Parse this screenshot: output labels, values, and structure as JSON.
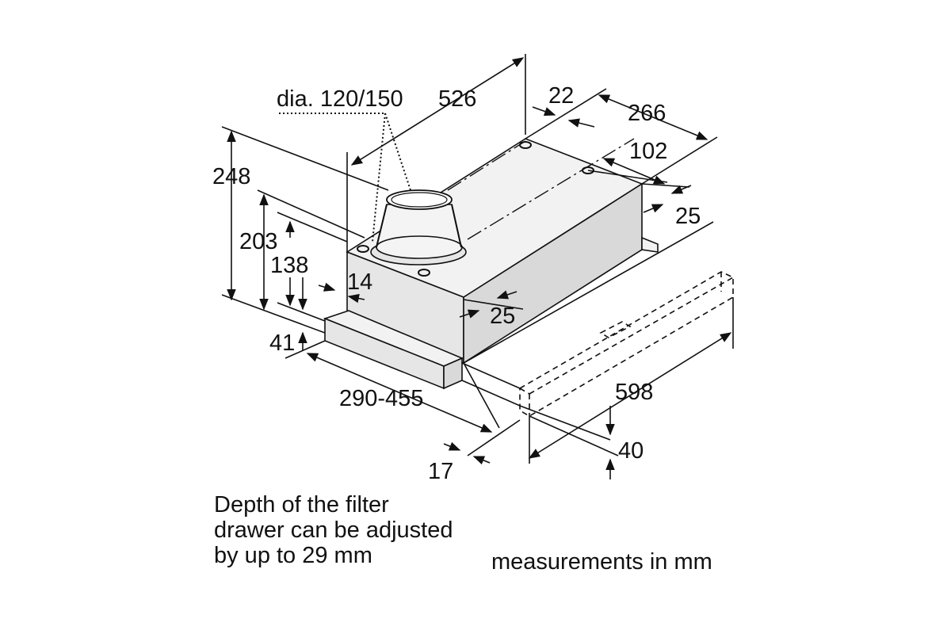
{
  "diagram": {
    "duct_label": "dia. 120/150",
    "dimensions": {
      "depth_526": "526",
      "d22": "22",
      "d266": "266",
      "d102": "102",
      "d25_top": "25",
      "d248": "248",
      "d203": "203",
      "d138": "138",
      "d14": "14",
      "d25_mid": "25",
      "d41": "41",
      "d290_455": "290-455",
      "d598": "598",
      "d40": "40",
      "d17": "17"
    },
    "notes": {
      "filter_line1": "Depth of the filter",
      "filter_line2": "drawer can be adjusted",
      "filter_line3": "by up to 29 mm",
      "units": "measurements in mm"
    }
  }
}
